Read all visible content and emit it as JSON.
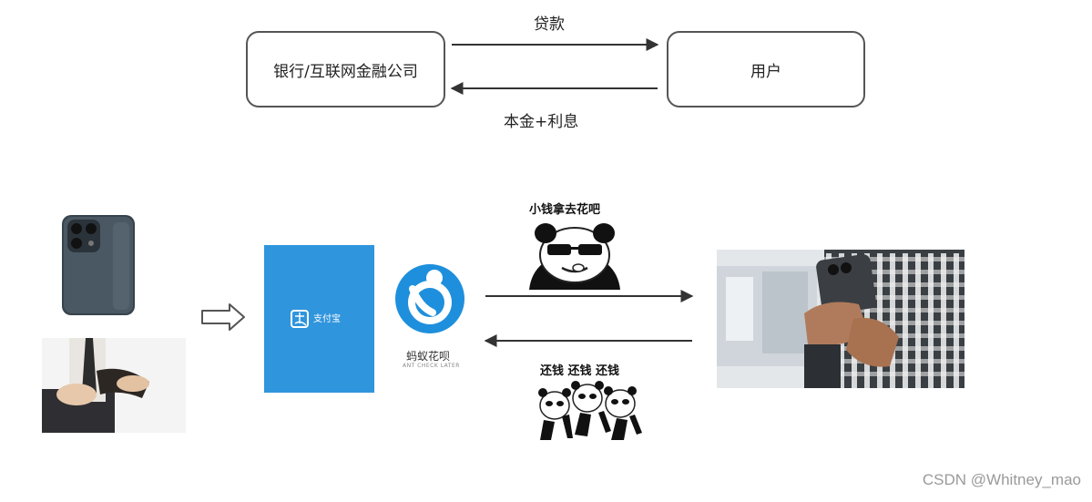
{
  "top_flow": {
    "lender_label": "银行/互联网金融公司",
    "user_label": "用户",
    "forward_label": "贷款",
    "back_label": "本金+利息"
  },
  "lower_flow": {
    "meme_top_caption": "小钱拿去花吧",
    "meme_bottom_caption": "还钱 还钱 还钱",
    "huabei_name": "蚂蚁花呗",
    "huabei_sub": "ANT CHECK LATER",
    "alipay_text": "支付宝"
  },
  "watermark": "CSDN @Whitney_mao",
  "colors": {
    "alipay_blue": "#2f95dd",
    "huabei_blue": "#1e8fdc",
    "arrow": "#333333"
  }
}
